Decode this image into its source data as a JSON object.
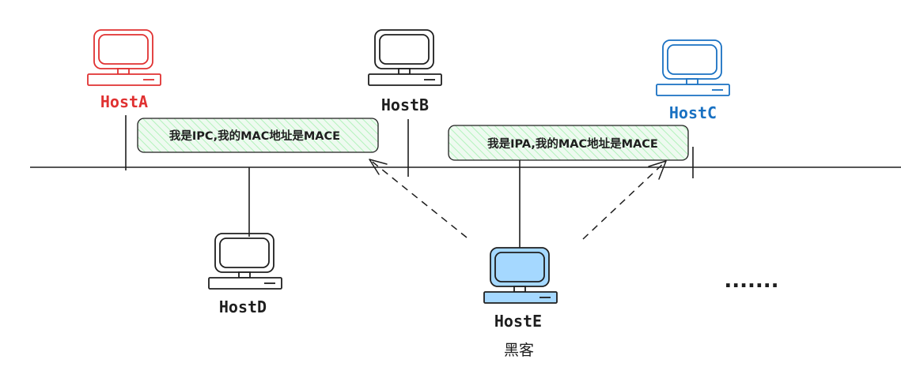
{
  "hosts": {
    "a": {
      "label": "HostA",
      "color": "#e03131"
    },
    "b": {
      "label": "HostB",
      "color": "#1e1e1e"
    },
    "c": {
      "label": "HostC",
      "color": "#1971c2"
    },
    "d": {
      "label": "HostD",
      "color": "#1e1e1e"
    },
    "e": {
      "label": "HostE",
      "color": "#1e1e1e",
      "fill": "#a5d8ff",
      "role": "黑客"
    }
  },
  "messages": {
    "left": "我是IPC,我的MAC地址是MACE",
    "right": "我是IPA,我的MAC地址是MACE"
  },
  "ellipsis": ".......",
  "colors": {
    "message_fill": "#b2f2bb",
    "line": "#1e1e1e"
  }
}
